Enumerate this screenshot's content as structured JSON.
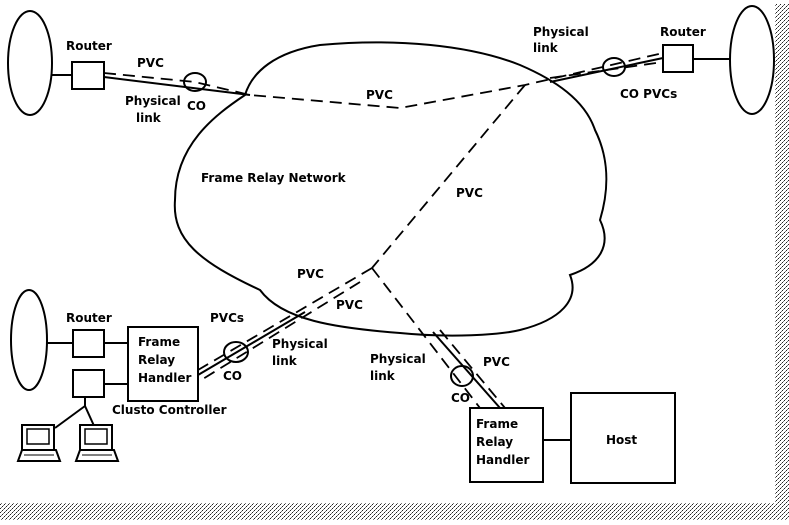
{
  "labels": {
    "router_top_left": "Router",
    "router_top_right": "Router",
    "router_bottom_left": "Router",
    "pvc_top_left": "PVC",
    "pvc_top_center": "PVC",
    "pvc_center_right": "PVC",
    "pvc_center_lower": "PVC",
    "pvc_lower_mid": "PVC",
    "pvcs_bottom_left": "PVCs",
    "pvc_bottom_right": "PVC",
    "co_pvcs_top_right": "CO PVCs",
    "physical_link_top_left_1": "Physical",
    "physical_link_top_left_2": "link",
    "physical_link_top_right_1": "Physical",
    "physical_link_top_right_2": "link",
    "physical_link_bottom_left_1": "Physical",
    "physical_link_bottom_left_2": "link",
    "physical_link_bottom_right_1": "Physical",
    "physical_link_bottom_right_2": "link",
    "co_top_left": "CO",
    "co_bottom_left": "CO",
    "co_bottom_right": "CO",
    "network_name": "Frame Relay Network",
    "frh_left_1": "Frame",
    "frh_left_2": "Relay",
    "frh_left_3": "Handler",
    "frh_right_1": "Frame",
    "frh_right_2": "Relay",
    "frh_right_3": "Handler",
    "cluster_controller": "Clusto Controller",
    "host": "Host"
  }
}
